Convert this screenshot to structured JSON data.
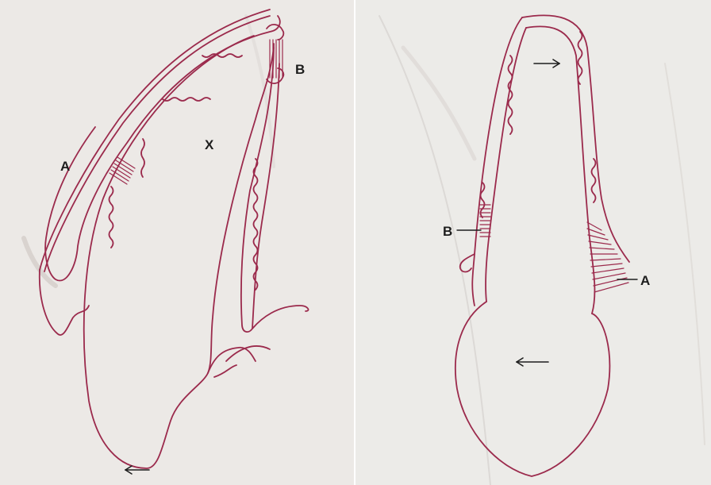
{
  "left_figure": {
    "labels": {
      "a": "A",
      "b": "B",
      "x": "X"
    }
  },
  "right_figure": {
    "labels": {
      "a": "A",
      "b": "B"
    }
  },
  "colors": {
    "line": "#9b2a4c",
    "text": "#1d1d1d",
    "paper_left": "#ece9e6",
    "paper_right": "#ecebe8"
  }
}
